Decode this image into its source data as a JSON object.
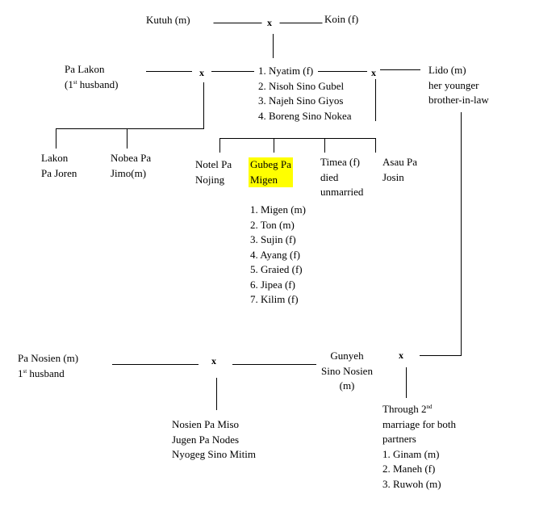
{
  "marriage_marker": "x",
  "highlight_color": "#ffff00",
  "gen1": {
    "husband": "Kutuh (m)",
    "wife": "Koin (f)"
  },
  "pa_lakon": {
    "line1": "Pa Lakon",
    "line2_pre": "(1",
    "line2_sup": "st",
    "line2_post": " husband)"
  },
  "nyatim_list": [
    "1. Nyatim (f)",
    "2. Nisoh Sino Gubel",
    "3. Najeh Sino Giyos",
    "4. Boreng Sino Nokea"
  ],
  "lido": {
    "line1": "Lido (m)",
    "line2": "her younger",
    "line3": "brother-in-law"
  },
  "first_marriage_children": [
    {
      "line1": "Lakon",
      "line2": "Pa Joren"
    },
    {
      "line1": "Nobea Pa",
      "line2": "Jimo(m)"
    }
  ],
  "second_marriage_children": [
    {
      "line1": "Notel Pa",
      "line2": "Nojing"
    },
    {
      "line1": "Gubeg Pa",
      "line2": "Migen"
    },
    {
      "line1": "Timea (f)",
      "line2": "died",
      "line3": "unmarried"
    },
    {
      "line1": "Asau Pa",
      "line2": "Josin"
    }
  ],
  "gubeg_children": [
    "1. Migen (m)",
    "2. Ton (m)",
    "3. Sujin (f)",
    "4. Ayang (f)",
    "5. Graied (f)",
    "6. Jipea (f)",
    "7. Kilim (f)"
  ],
  "pa_nosien": {
    "line1": "Pa Nosien (m)",
    "line2_pre": "1",
    "line2_sup": "st",
    "line2_post": " husband"
  },
  "gunyeh": {
    "line1": "Gunyeh",
    "line2": "Sino Nosien",
    "line3": "(m)"
  },
  "nosien_children": [
    "Nosien Pa Miso",
    "Jugen Pa Nodes",
    "Nyogeg Sino Mitim"
  ],
  "second_marriage_note": {
    "line1_pre": "Through 2",
    "line1_sup": "nd",
    "line2": "marriage for both",
    "line3": "partners",
    "children": [
      "1. Ginam (m)",
      "2. Maneh (f)",
      "3. Ruwoh (m)"
    ]
  }
}
